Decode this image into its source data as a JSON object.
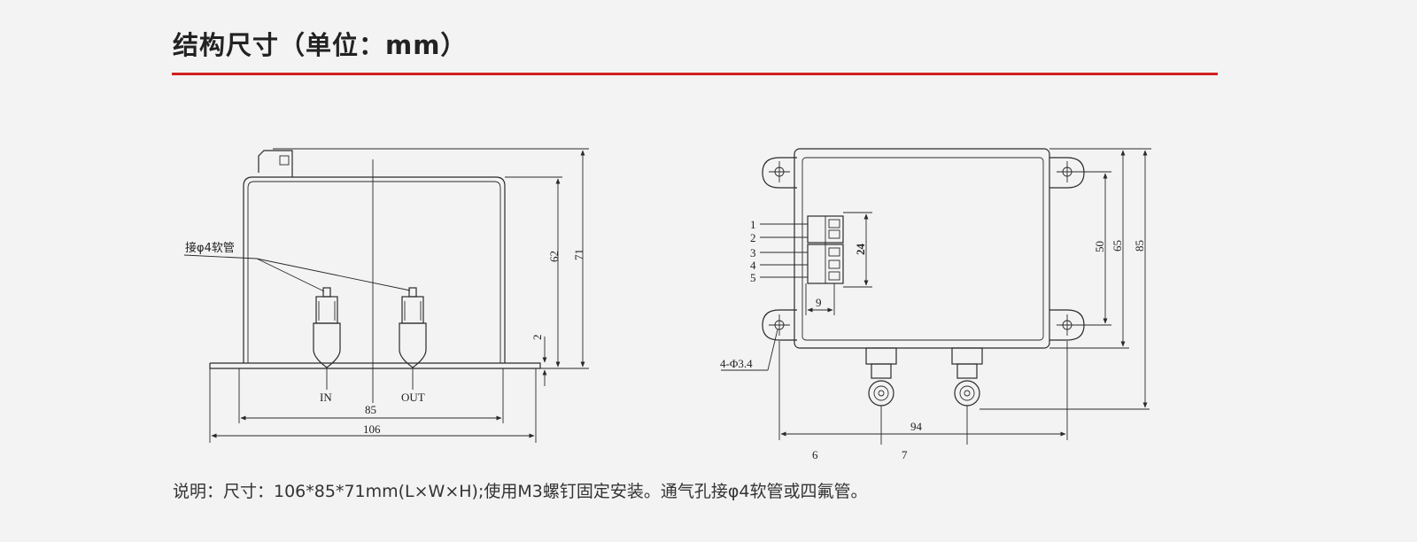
{
  "header": {
    "title": "结构尺寸（单位：mm）"
  },
  "colors": {
    "accent_rule": "#d0201f"
  },
  "left_view": {
    "callout": "接φ4软管",
    "port_in": "IN",
    "port_out": "OUT",
    "dims": {
      "inner_width": "85",
      "outer_width": "106",
      "body_height": "62",
      "total_height": "71",
      "base_thickness": "2"
    }
  },
  "right_view": {
    "pins": [
      "1",
      "2",
      "3",
      "4",
      "5"
    ],
    "dims": {
      "terminal_span": "24",
      "terminal_offset": "9",
      "hole_spacing_v": "50",
      "body_height": "65",
      "total_height": "85",
      "hole_spacing_h": "94",
      "port_a_offset": "6",
      "port_b_offset": "7"
    },
    "hole_label": "4-Φ3.4"
  },
  "footer": {
    "note": "说明：尺寸：106*85*71mm(L×W×H);使用M3螺钉固定安装。通气孔接φ4软管或四氟管。"
  }
}
